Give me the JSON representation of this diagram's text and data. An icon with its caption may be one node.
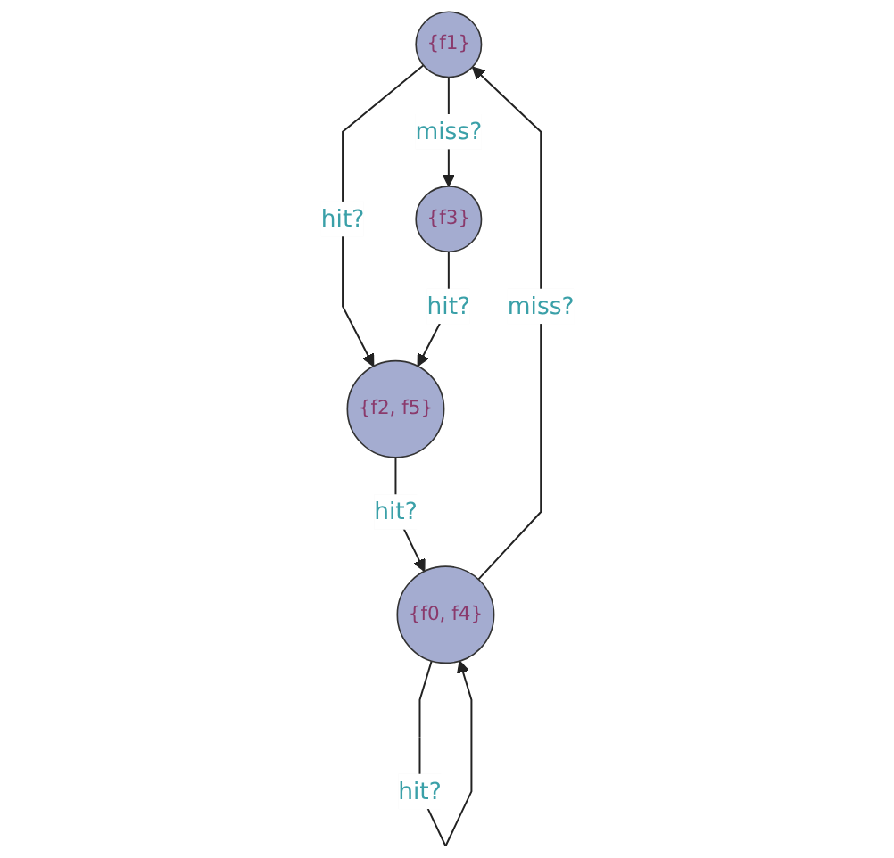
{
  "diagram": {
    "nodes": [
      {
        "text": [
          "{f1}"
        ]
      },
      {
        "text": [
          "{f2, f5}"
        ]
      },
      {
        "text": [
          "{f0, f4}"
        ]
      },
      {
        "text": [
          "{f3}"
        ]
      }
    ],
    "edges": [
      {
        "from": 0,
        "to": 1,
        "arrow": "to",
        "label": "hit?"
      },
      {
        "from": 0,
        "to": 3,
        "arrow": "to",
        "label": "miss?"
      },
      {
        "from": 2,
        "to": 0,
        "arrow": "to",
        "label": "miss?"
      },
      {
        "from": 1,
        "to": 2,
        "arrow": "to",
        "label": "hit?"
      },
      {
        "from": 3,
        "to": 1,
        "arrow": "to",
        "label": "hit?"
      },
      {
        "from": 2,
        "to": 2,
        "arrow": "to",
        "label": "hit?"
      }
    ]
  }
}
